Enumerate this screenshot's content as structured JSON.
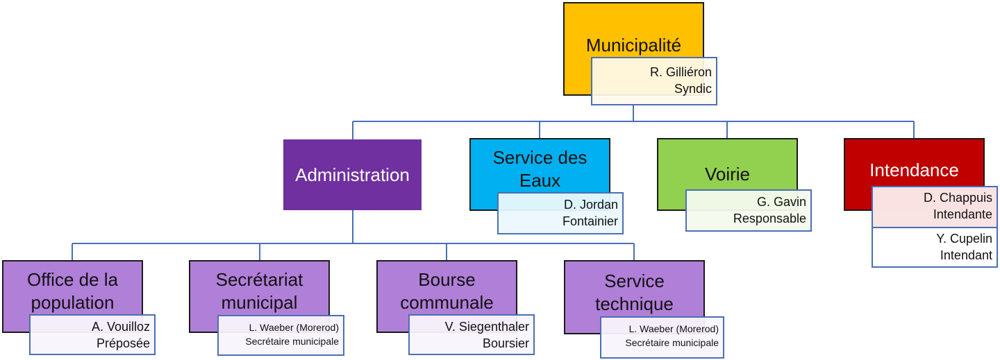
{
  "colors": {
    "municipalite": "#FFC000",
    "administration": "#7030A0",
    "eaux": "#00B0F0",
    "voirie": "#92D050",
    "intendance": "#C00000",
    "sub_units": "#B07FD8",
    "connector": "#4a6fb5"
  },
  "municipalite": {
    "title": "Municipalité",
    "person": {
      "name": "R. Gilliéron",
      "role": "Syndic"
    }
  },
  "administration": {
    "title": "Administration"
  },
  "service_eaux": {
    "title_line1": "Service des",
    "title_line2": "Eaux",
    "person": {
      "name": "D. Jordan",
      "role": "Fontainier"
    }
  },
  "voirie": {
    "title": "Voirie",
    "person": {
      "name": "G. Gavin",
      "role": "Responsable"
    }
  },
  "intendance": {
    "title": "Intendance",
    "people": [
      {
        "name": "D. Chappuis",
        "role": "Intendante"
      },
      {
        "name": "Y. Cupelin",
        "role": "Intendant"
      }
    ]
  },
  "office_population": {
    "title_line1": "Office de la",
    "title_line2": "population",
    "person": {
      "name": "A. Vouilloz",
      "role": "Préposée"
    }
  },
  "secretariat": {
    "title_line1": "Secrétariat",
    "title_line2": "municipal",
    "person": {
      "name": "L. Waeber (Morerod)",
      "role": "Secrétaire municipale"
    }
  },
  "bourse": {
    "title_line1": "Bourse",
    "title_line2": "communale",
    "person": {
      "name": "V. Siegenthaler",
      "role": "Boursier"
    }
  },
  "service_technique": {
    "title_line1": "Service",
    "title_line2": "technique",
    "person": {
      "name": "L. Waeber (Morerod)",
      "role": "Secrétaire municipale"
    }
  }
}
